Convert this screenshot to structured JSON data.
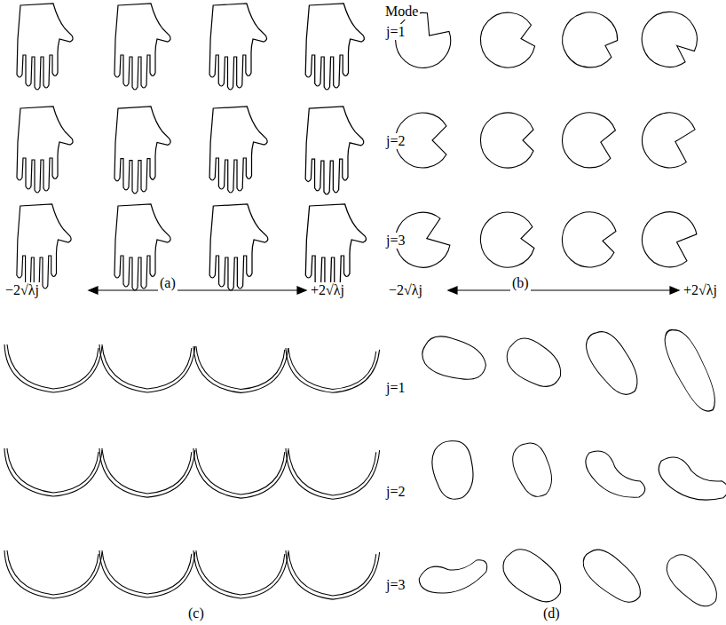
{
  "diagram": {
    "labels": [
      "Mode",
      "j=1",
      "j=2",
      "j=3",
      "(a)",
      "−2√λj",
      "+2√λj",
      "(b)",
      "−2√λj",
      "+2√λj",
      "j=1",
      "j=2",
      "j=3",
      "(c)",
      "(d)"
    ]
  }
}
